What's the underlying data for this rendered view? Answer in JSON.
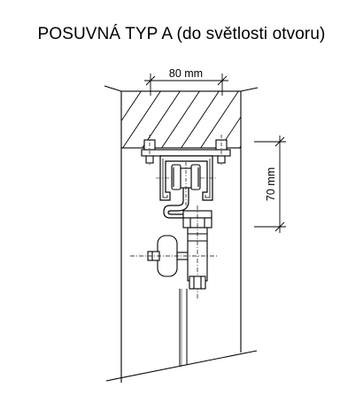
{
  "title": "POSUVNÁ TYP A (do světlosti otvoru)",
  "dimensions": {
    "width_label": "80 mm",
    "height_label": "70 mm"
  }
}
